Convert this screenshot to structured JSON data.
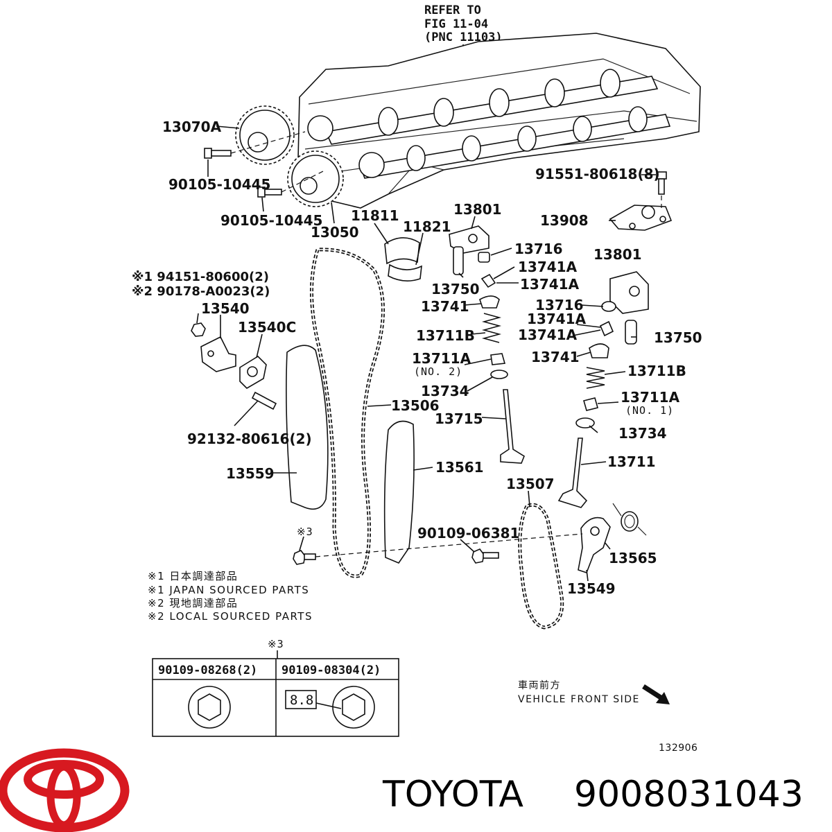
{
  "refer": {
    "line1": "REFER TO",
    "line2": "FIG 11-04",
    "line3": "(PNC 11103)"
  },
  "labels": {
    "p13070A": "13070A",
    "p90105a": "90105-10445",
    "p90105b": "90105-10445",
    "p13050": "13050",
    "p11811": "11811",
    "p11821": "11821",
    "p13801a": "13801",
    "p13908": "13908",
    "p91551": "91551-80618(8)",
    "p13716a": "13716",
    "p13741Aa": "13741A",
    "p13741Ab": "13741A",
    "p13750a": "13750",
    "p13741a": "13741",
    "p13711Ba": "13711B",
    "p13711Aa": "13711A",
    "no2": "(NO. 2)",
    "p13734a": "13734",
    "p13715": "13715",
    "p13801b": "13801",
    "p13716b": "13716",
    "p13741Ac": "13741A",
    "p13741Ad": "13741A",
    "p13750b": "13750",
    "p13741b": "13741",
    "p13711Bb": "13711B",
    "p13711Ab": "13711A",
    "no1": "(NO. 1)",
    "p13734b": "13734",
    "p13711": "13711",
    "p94151": "※1 94151-80600(2)",
    "p90178": "※2 90178-A0023(2)",
    "p13540": "13540",
    "p13540C": "13540C",
    "p92132": "92132-80616(2)",
    "p13506": "13506",
    "p13559": "13559",
    "p13561": "13561",
    "p13507": "13507",
    "p90109": "90109-06381",
    "p13565": "13565",
    "p13549": "13549",
    "x3": "※3"
  },
  "notes": [
    "※1 日本調達部品",
    "※1 JAPAN SOURCED PARTS",
    "※2 現地調達部品",
    "※2 LOCAL SOURCED PARTS"
  ],
  "table": {
    "mark": "※3",
    "col1": "90109-08268(2)",
    "col2": "90109-08304(2)",
    "grade": "8.8"
  },
  "direction": {
    "jp": "車両前方",
    "en": "VEHICLE FRONT SIDE"
  },
  "figure_number": "132906",
  "brand": {
    "name": "TOYOTA",
    "part_number": "9008031043",
    "logo_color": "#d71920"
  }
}
